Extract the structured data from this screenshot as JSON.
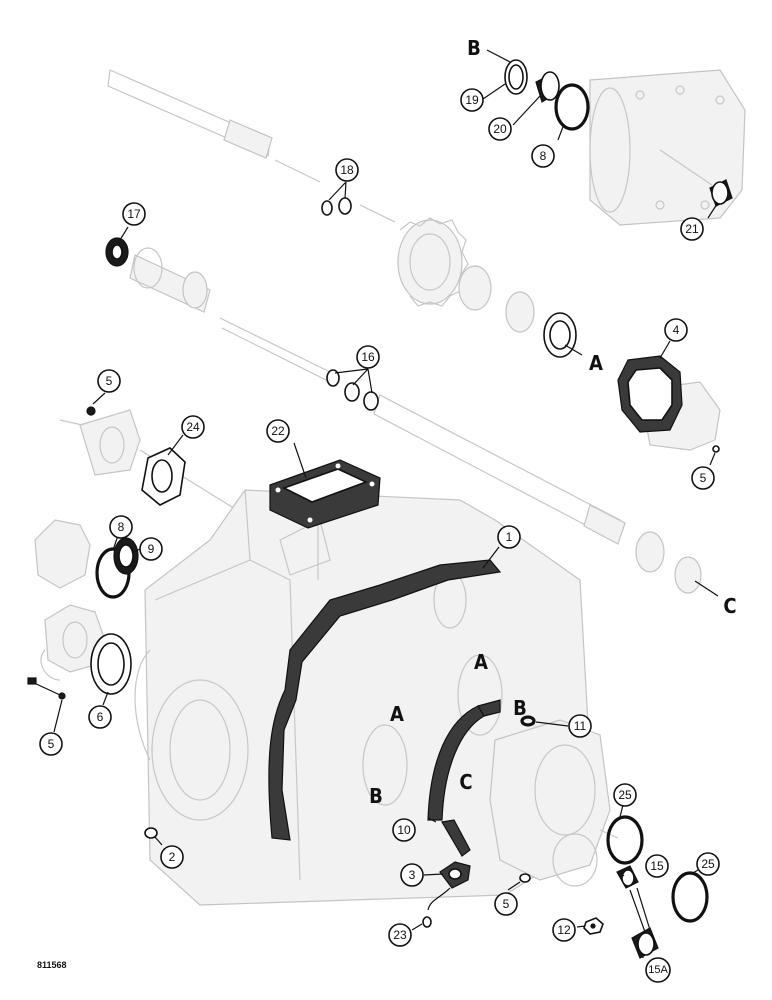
{
  "figure_id": "811568",
  "callouts": [
    {
      "id": "c-19",
      "label": "19"
    },
    {
      "id": "c-20",
      "label": "20"
    },
    {
      "id": "c-8a",
      "label": "8"
    },
    {
      "id": "c-21",
      "label": "21"
    },
    {
      "id": "c-18",
      "label": "18"
    },
    {
      "id": "c-17",
      "label": "17"
    },
    {
      "id": "c-4",
      "label": "4"
    },
    {
      "id": "c-16",
      "label": "16"
    },
    {
      "id": "c-5a",
      "label": "5"
    },
    {
      "id": "c-24",
      "label": "24"
    },
    {
      "id": "c-22",
      "label": "22"
    },
    {
      "id": "c-5b",
      "label": "5"
    },
    {
      "id": "c-1",
      "label": "1"
    },
    {
      "id": "c-8b",
      "label": "8"
    },
    {
      "id": "c-9",
      "label": "9"
    },
    {
      "id": "c-6",
      "label": "6"
    },
    {
      "id": "c-5c",
      "label": "5"
    },
    {
      "id": "c-11",
      "label": "11"
    },
    {
      "id": "c-25a",
      "label": "25"
    },
    {
      "id": "c-15",
      "label": "15"
    },
    {
      "id": "c-25b",
      "label": "25"
    },
    {
      "id": "c-10",
      "label": "10"
    },
    {
      "id": "c-2",
      "label": "2"
    },
    {
      "id": "c-3",
      "label": "3"
    },
    {
      "id": "c-5d",
      "label": "5"
    },
    {
      "id": "c-23",
      "label": "23"
    },
    {
      "id": "c-12",
      "label": "12"
    },
    {
      "id": "c-15A",
      "label": "15A"
    }
  ],
  "letters": [
    {
      "id": "l-B-top",
      "label": "B"
    },
    {
      "id": "l-A-mid",
      "label": "A"
    },
    {
      "id": "l-C-right",
      "label": "C"
    },
    {
      "id": "l-A-case1",
      "label": "A"
    },
    {
      "id": "l-A-case2",
      "label": "A"
    },
    {
      "id": "l-B-case1",
      "label": "B"
    },
    {
      "id": "l-B-case2",
      "label": "B"
    },
    {
      "id": "l-C-case",
      "label": "C"
    }
  ]
}
